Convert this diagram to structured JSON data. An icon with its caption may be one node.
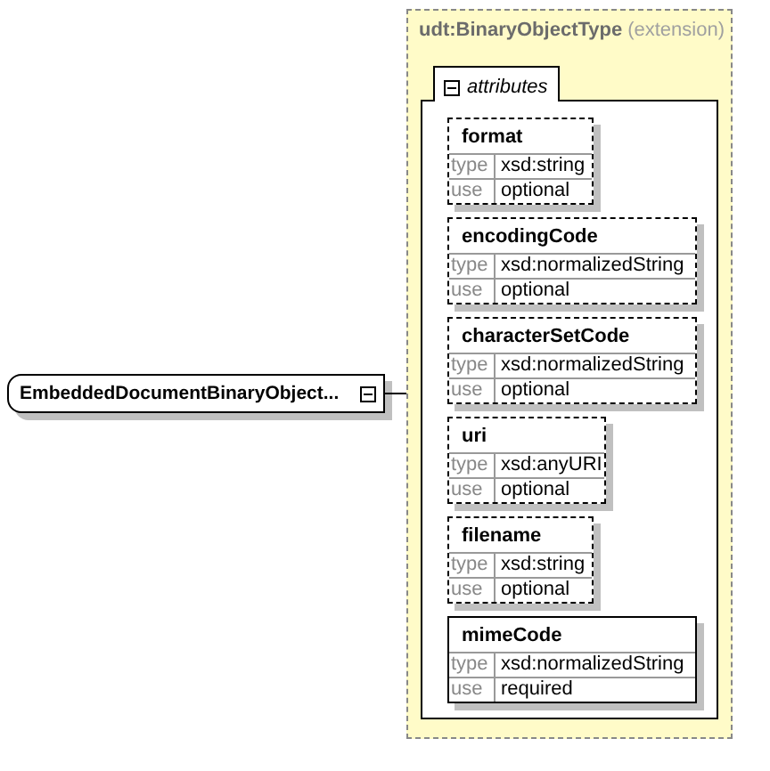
{
  "diagram": {
    "nodes": [
      {
        "text": [
          "EmbeddedDocumentBinaryObject..."
        ]
      },
      {
        "text": [
          "udt:BinaryObjectType",
          "(extension)"
        ]
      },
      {
        "text": [
          "attributes"
        ],
        "in": 1
      },
      {
        "text": [
          "format",
          "type",
          "xsd:string",
          "use",
          "optional"
        ],
        "in": 2
      },
      {
        "text": [
          "encodingCode",
          "type",
          "xsd:normalizedString",
          "use",
          "optional"
        ],
        "in": 2
      },
      {
        "text": [
          "characterSetCode",
          "type",
          "xsd:normalizedString",
          "use",
          "optional"
        ],
        "in": 2
      },
      {
        "text": [
          "uri",
          "type",
          "xsd:anyURI",
          "use",
          "optional"
        ],
        "in": 2
      },
      {
        "text": [
          "filename",
          "type",
          "xsd:string",
          "use",
          "optional"
        ],
        "in": 2
      },
      {
        "text": [
          "mimeCode",
          "type",
          "xsd:normalizedString",
          "use",
          "required"
        ],
        "in": 2
      }
    ],
    "edges": [
      {
        "from": 0,
        "to": 1,
        "arrow": "none"
      }
    ]
  }
}
